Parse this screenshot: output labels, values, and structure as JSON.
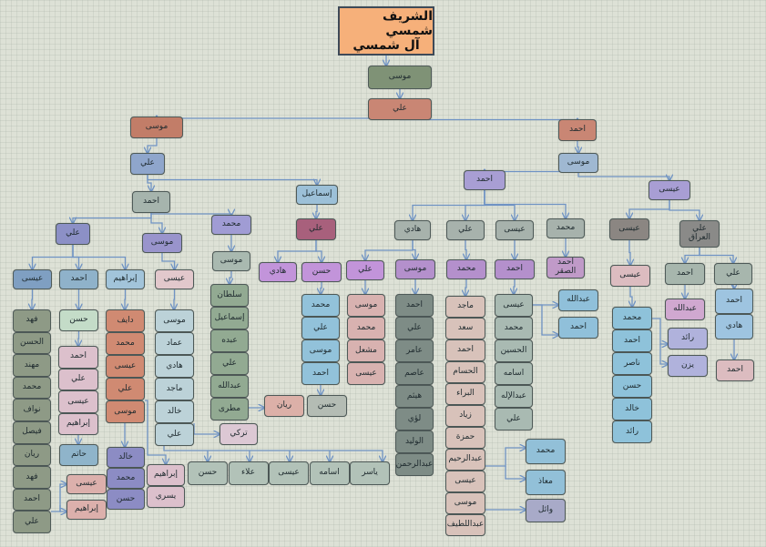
{
  "title": {
    "line1": "الشريف شمسي",
    "line2": "آل شمسي"
  },
  "colors": {
    "arrow": "#6f93c4",
    "border": "#4e5a58",
    "title_bg": "#f6b07a"
  },
  "nodes": {
    "root": {
      "label": "موسى",
      "color": "#7f9276"
    },
    "ali0": {
      "label": "علي",
      "color": "#c98674"
    },
    "musaL": {
      "label": "موسى",
      "color": "#c27d68"
    },
    "ahmadR": {
      "label": "احمد",
      "color": "#c98674"
    },
    "aliL": {
      "label": "علي",
      "color": "#8fa6cc"
    },
    "musaR": {
      "label": "موسى",
      "color": "#9fb8d2"
    },
    "ahmadL2": {
      "label": "احمد",
      "color": "#a6b4ad"
    },
    "ismail": {
      "label": "إسماعيل",
      "color": "#9cc0d8"
    },
    "ahmadR2": {
      "label": "احمد",
      "color": "#a89ed4"
    },
    "isaR2": {
      "label": "عيسى",
      "color": "#a89ed4"
    },
    "aliA": {
      "label": "علي",
      "color": "#8c90c6"
    },
    "musaA": {
      "label": "موسى",
      "color": "#9994cc"
    },
    "mohA": {
      "label": "محمد",
      "color": "#a09cd4"
    },
    "aliI": {
      "label": "علي",
      "color": "#a8607c"
    },
    "hadiR": {
      "label": "هادي",
      "color": "#a7b2ac"
    },
    "aliR": {
      "label": "علي",
      "color": "#a7b2ac"
    },
    "isaR": {
      "label": "عيسى",
      "color": "#a7b2ac"
    },
    "mohR": {
      "label": "محمد",
      "color": "#a7b2ac"
    },
    "isaE1": {
      "label": "عيسى",
      "color": "#8b8682"
    },
    "aliIraq": {
      "label": "علي العراق",
      "color": "#8a8a88"
    },
    "isaB": {
      "label": "عيسى",
      "color": "#7f9fc2"
    },
    "ahmadB": {
      "label": "احمد",
      "color": "#8fb2ca"
    },
    "ibrB": {
      "label": "إبراهيم",
      "color": "#a2c4da"
    },
    "isaPk": {
      "label": "عيسى",
      "color": "#e2c8cc"
    },
    "musaM": {
      "label": "موسى",
      "color": "#a9b9b0"
    },
    "hadiV": {
      "label": "هادي",
      "color": "#c294da"
    },
    "hasanV": {
      "label": "حسن",
      "color": "#c294da"
    },
    "aliV": {
      "label": "علي",
      "color": "#c294da"
    },
    "musaV": {
      "label": "موسى",
      "color": "#b490cc"
    },
    "mohV": {
      "label": "محمد",
      "color": "#b490cc"
    },
    "ahmadV": {
      "label": "احمد",
      "color": "#b490cc"
    },
    "ahmadSaqr": {
      "label": "احمد الصقر",
      "color": "#c09ac8"
    },
    "isaE2": {
      "label": "عيسى",
      "color": "#dcbcc0"
    },
    "ahmadIq": {
      "label": "احمد",
      "color": "#a7b6ad"
    },
    "aliIq": {
      "label": "علي",
      "color": "#a7b6ad"
    },
    "hasanG": {
      "label": "حسن",
      "color": "#c4dcc8"
    },
    "hatim": {
      "label": "حاتم",
      "color": "#8fb4ca"
    },
    "hasanI": {
      "label": "حسن",
      "color": "#b4bcb4"
    },
    "rayyan": {
      "label": "ريان",
      "color": "#dcb0a8"
    },
    "turki": {
      "label": "تركي",
      "color": "#dcc8d4"
    },
    "abdullahIq": {
      "label": "عبدالله",
      "color": "#d0a8d0"
    },
    "ahmadHadi": {
      "label": "احمد",
      "color": "#dcbcc0"
    }
  },
  "stacks": {
    "s1": {
      "color": "#8e9a86",
      "labels": [
        "فهد",
        "الحسن",
        "مهند",
        "محمد",
        "نواف",
        "فيصل",
        "ريان",
        "فهد",
        "احمد",
        "علي"
      ]
    },
    "s2": {
      "color": "#dcc0cc",
      "labels": [
        "احمد",
        "علي",
        "عيسى",
        "إبراهيم"
      ]
    },
    "s3": {
      "color": "#d08a72",
      "labels": [
        "دايف",
        "محمد",
        "عيسى",
        "علي",
        "موسى"
      ]
    },
    "s4": {
      "color": "#bcd2d8",
      "labels": [
        "موسى",
        "عماد",
        "هادي",
        "ماجد",
        "خالد",
        "علي"
      ]
    },
    "s5": {
      "color": "#92aa92",
      "labels": [
        "سلطان",
        "إسماعيل",
        "عبده",
        "علي",
        "عبدالله",
        "مطرى"
      ]
    },
    "s6": {
      "color": "#92c2da",
      "labels": [
        "محمد",
        "علي",
        "موسى",
        "احمد"
      ]
    },
    "s7": {
      "color": "#d8b2b0",
      "labels": [
        "موسى",
        "محمد",
        "مشعل",
        "عيسى"
      ]
    },
    "s8": {
      "color": "#7e8c86",
      "labels": [
        "احمد",
        "علي",
        "عامر",
        "عاصم",
        "هيثم",
        "لؤي",
        "الوليد",
        "عبدالرحمن"
      ]
    },
    "s9": {
      "color": "#d8c2ba",
      "labels": [
        "ماجد",
        "سعد",
        "احمد",
        "الحسام",
        "البراء",
        "زياد",
        "حمزة",
        "عبدالرحيم",
        "عيسى",
        "موسى",
        "عبداللطيف"
      ]
    },
    "s10": {
      "color": "#a9bab2",
      "labels": [
        "عيسى",
        "محمد",
        "الحسين",
        "اسامه",
        "عبدالإله",
        "علي"
      ]
    },
    "s11": {
      "color": "#90c0da",
      "labels": [
        "عبدالله",
        "احمد"
      ]
    },
    "s12": {
      "color": "#92c0d8",
      "labels": [
        "محمد",
        "معاذ"
      ]
    },
    "s12b": {
      "color": "#a8aac8",
      "labels": [
        "وائل"
      ]
    },
    "s13": {
      "color": "#8ec2da",
      "labels": [
        "محمد",
        "احمد",
        "ناصر",
        "حسن",
        "خالد",
        "رائد"
      ]
    },
    "s14": {
      "color": "#b0b2dc",
      "labels": [
        "رائد",
        "يزن"
      ]
    },
    "s15": {
      "color": "#9ec4e0",
      "labels": [
        "احمد",
        "هادي"
      ]
    },
    "s16": {
      "color": "#8c8cc4",
      "labels": [
        "خالد",
        "محمد",
        "حسن"
      ]
    },
    "s17": {
      "color": "#dcc0cc",
      "labels": [
        "إبراهيم",
        "يسري"
      ]
    },
    "s18": {
      "color": "#dcb0ac",
      "labels": [
        "عيسى",
        "إبراهيم"
      ]
    },
    "s19": {
      "color": "#b2c2b8",
      "labels": [
        "حسن",
        "علاء",
        "عيسى",
        "اسامه",
        "ياسر"
      ]
    }
  }
}
